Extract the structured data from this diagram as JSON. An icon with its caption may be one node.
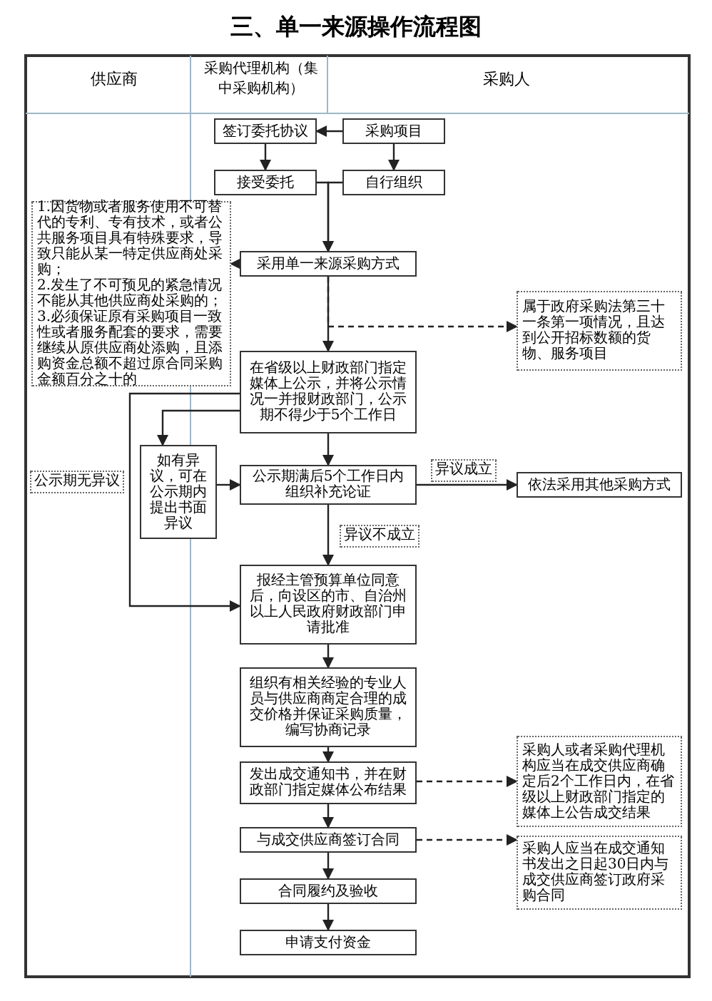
{
  "diagram": {
    "title": "三、单一来源操作流程图",
    "nodes": [
      {
        "text": [
          "签订委托协议"
        ]
      },
      {
        "text": [
          "采购项目"
        ]
      },
      {
        "text": [
          "接受委托"
        ]
      },
      {
        "text": [
          "自行组织"
        ]
      },
      {
        "text": [
          "1.因货物或者服务使用不可替代的专利、专有技术，或者公共服务项目具有特殊要求，导致只能从某一特定供应商处采购；",
          "2.发生了不可预见的紧急情况不能从其他供应商处采购的；",
          "3.必须保证原有采购项目一致性或者服务配套的要求，需要继续从原供应商处添购，且添购资金总额不超过原合同采购金额百分之十的"
        ]
      },
      {
        "text": [
          "采用单一来源采购方式"
        ]
      },
      {
        "text": [
          "属于政府采购法第三十一条第一项情况，且达到公开招标数额的货物、服务项目"
        ]
      },
      {
        "text": [
          "在省级以上财政部门指定媒体上公示，并将公示情况一并报财政部门，公示期不得少于5个工作日"
        ]
      },
      {
        "text": [
          "如有异议，可在公示期内提出书面异议"
        ]
      },
      {
        "text": [
          "公示期满后5个工作日内组织补充论证"
        ]
      },
      {
        "text": [
          "依法采用其他采购方式"
        ]
      },
      {
        "text": [
          "报经主管预算单位同意后，向设区的市、自治州以上人民政府财政部门申请批准"
        ]
      },
      {
        "text": [
          "组织有相关经验的专业人员与供应商商定合理的成交价格并保证采购质量，编写协商记录"
        ]
      },
      {
        "text": [
          "发出成交通知书，并在财政部门指定媒体公布结果"
        ]
      },
      {
        "text": [
          "采购人或者采购代理机构应当在成交供应商确定后2个工作日内，在省级以上财政部门指定的媒体上公告成交结果"
        ]
      },
      {
        "text": [
          "与成交供应商签订合同"
        ]
      },
      {
        "text": [
          "采购人应当在成交通知书发出之日起30日内与成交供应商签订政府采购合同"
        ]
      },
      {
        "text": [
          "合同履约及验收"
        ]
      },
      {
        "text": [
          "申请支付资金"
        ]
      }
    ],
    "edges": [
      {
        "from": 1,
        "to": 0,
        "arrow": "to"
      },
      {
        "from": 0,
        "to": 2,
        "arrow": "to"
      },
      {
        "from": 1,
        "to": 3,
        "arrow": "to"
      },
      {
        "from": 2,
        "to": 5,
        "arrow": "to"
      },
      {
        "from": 3,
        "to": 5,
        "arrow": "to"
      },
      {
        "from": 5,
        "to": 4,
        "arrow": "to",
        "style": "dashed"
      },
      {
        "from": 5,
        "to": 7,
        "arrow": "to"
      },
      {
        "from": 5,
        "to": 6,
        "arrow": "to",
        "style": "dashed"
      },
      {
        "from": 7,
        "to": 9,
        "arrow": "to"
      },
      {
        "from": 7,
        "to": 8,
        "arrow": "to"
      },
      {
        "from": 7,
        "to": 11,
        "arrow": "to",
        "label": "公示期无异议"
      },
      {
        "from": 8,
        "to": 9,
        "arrow": "to"
      },
      {
        "from": 9,
        "to": 10,
        "arrow": "to",
        "label": "异议成立"
      },
      {
        "from": 9,
        "to": 11,
        "arrow": "to",
        "label": "异议不成立"
      },
      {
        "from": 11,
        "to": 12,
        "arrow": "to"
      },
      {
        "from": 12,
        "to": 13,
        "arrow": "to"
      },
      {
        "from": 13,
        "to": 14,
        "arrow": "to",
        "style": "dashed"
      },
      {
        "from": 13,
        "to": 15,
        "arrow": "to"
      },
      {
        "from": 15,
        "to": 16,
        "arrow": "to",
        "style": "dashed"
      },
      {
        "from": 15,
        "to": 17,
        "arrow": "to"
      },
      {
        "from": 17,
        "to": 18,
        "arrow": "to"
      }
    ],
    "labels": [
      "供应商",
      "采购代理机构（集中采购机构）",
      "采购人"
    ]
  }
}
